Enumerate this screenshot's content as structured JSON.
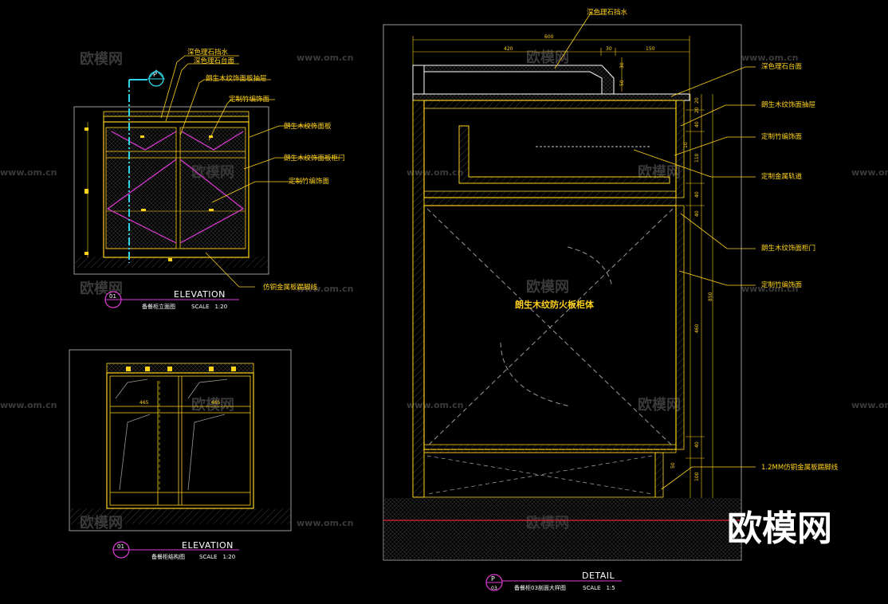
{
  "watermarks": {
    "site": "www.om.cn",
    "logo": "欧模网"
  },
  "brand_logo": "欧模网",
  "panel_a": {
    "labels": {
      "marble_splash": "深色理石挡水",
      "marble_top": "深色理石台面",
      "wood_drawer": "朗生木纹饰面板抽屉",
      "bamboo_1": "定制竹编饰面",
      "wood_panel": "朗生木纹饰面板",
      "wood_door": "朗生木纹饰面板柜门",
      "bamboo_2": "定制竹编饰面",
      "skirting": "仿铜金属板踢脚线"
    },
    "section_mark": "P",
    "title": {
      "num": "01",
      "name": "ELEVATION",
      "sub": "备餐柜立面图",
      "scale": "SCALE　1:20"
    }
  },
  "panel_b": {
    "dims": [
      "465",
      "465"
    ],
    "title": {
      "num": "01",
      "name": "ELEVATION",
      "sub": "备餐柜结构图",
      "scale": "SCALE　1:20"
    }
  },
  "panel_c": {
    "top_label": "深色理石挡水",
    "dims_top": {
      "total": "600",
      "a": "420",
      "b": "30",
      "c": "150"
    },
    "dims_splash": [
      "30",
      "50"
    ],
    "dims_right": [
      "20",
      "20",
      "40",
      "10",
      "110",
      "40",
      "40",
      "460",
      "40",
      "50",
      "100"
    ],
    "dim_total": "850",
    "labels": {
      "marble_top": "深色理石台面",
      "wood_drawer": "朗生木纹饰面抽屉",
      "bamboo_1": "定制竹编饰面",
      "rail": "定制金属轨道",
      "wood_door": "朗生木纹饰面柜门",
      "bamboo_2": "定制竹编饰面",
      "skirting": "1.2MM仿铜金属板踢脚线"
    },
    "body_label": "朗生木纹防火板柜体",
    "title": {
      "mark": "P",
      "num": "03",
      "name": "DETAIL",
      "sub": "备餐柜03剖面大样图",
      "scale": "SCALE　1:5"
    }
  }
}
